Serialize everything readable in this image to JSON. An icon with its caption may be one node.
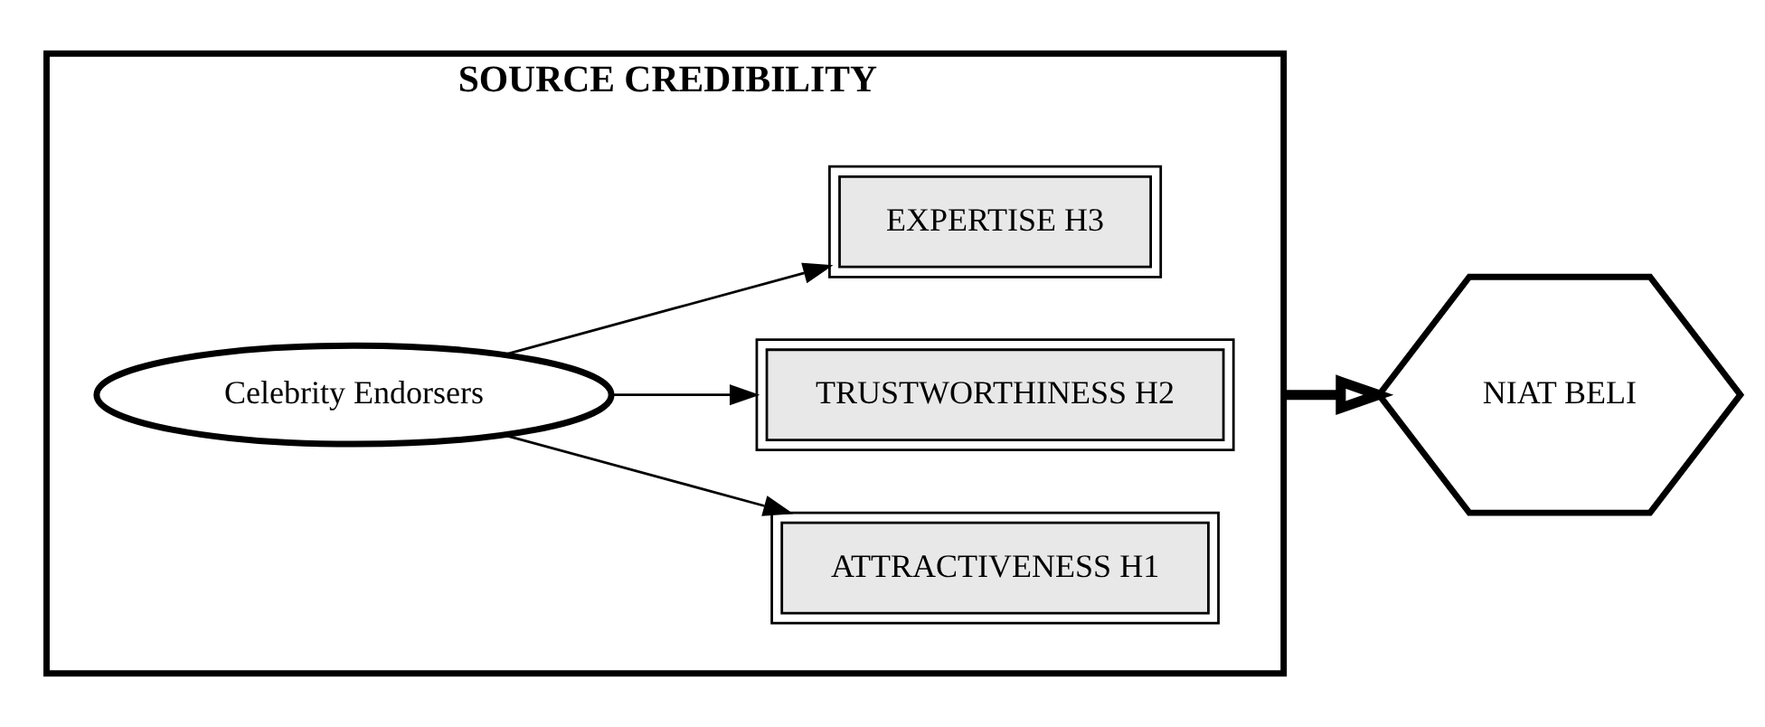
{
  "diagram": {
    "nodes": [
      {
        "text": [
          "SOURCE CREDIBILITY"
        ]
      },
      {
        "text": [
          "Celebrity Endorsers"
        ],
        "in": 0
      },
      {
        "text": [
          "ATTRACTIVENESS H1"
        ],
        "in": 0
      },
      {
        "text": [
          "TRUSTWORTHINESS H2"
        ],
        "in": 0
      },
      {
        "text": [
          "EXPERTISE H3"
        ],
        "in": 0
      },
      {
        "text": [
          "NIAT BELI"
        ]
      }
    ],
    "edges": [
      {
        "from": 1,
        "to": 2,
        "arrow": "to"
      },
      {
        "from": 1,
        "to": 3,
        "arrow": "to"
      },
      {
        "from": 1,
        "to": 4,
        "arrow": "to"
      },
      {
        "from": 0,
        "to": 5,
        "arrow": "to",
        "style": "thick"
      }
    ]
  }
}
